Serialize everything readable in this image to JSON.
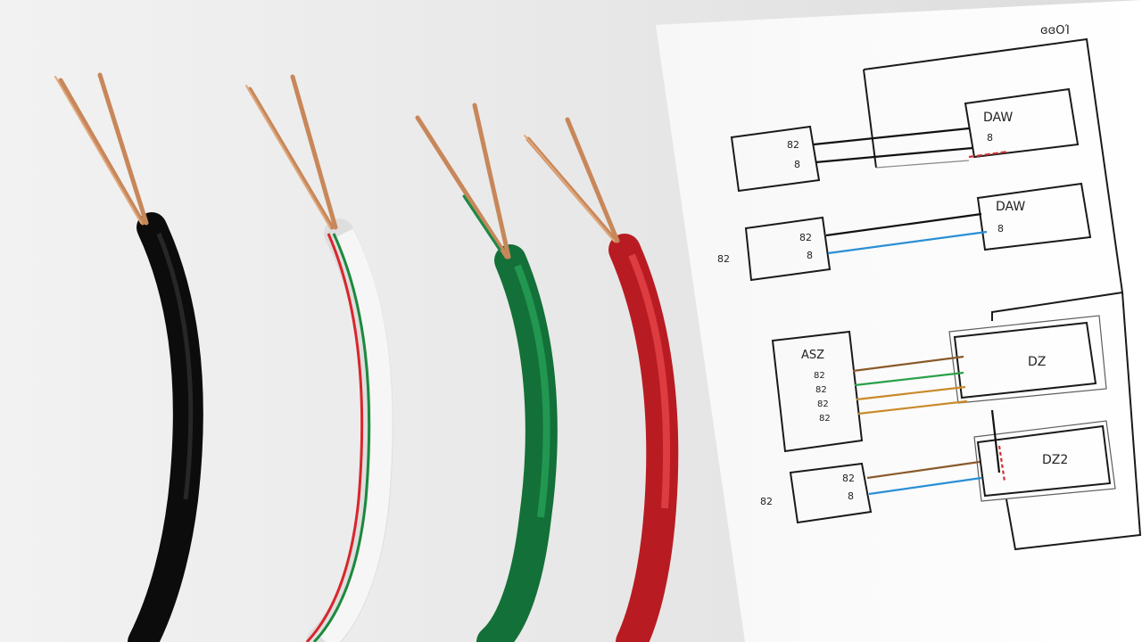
{
  "scene": {
    "background": "#ececec",
    "wires": [
      {
        "name": "black",
        "jacket_color": "#141414"
      },
      {
        "name": "white",
        "jacket_color": "#f4f4f4",
        "stripe_colors": [
          "#d8262c",
          "#1a8a3c"
        ]
      },
      {
        "name": "green",
        "jacket_color": "#1b8a47"
      },
      {
        "name": "red",
        "jacket_color": "#d8262c"
      }
    ],
    "copper_color": "#c8875a"
  },
  "diagram": {
    "corner_label": "ɞɞOΊ",
    "boxes": {
      "top_left_label": "82",
      "top_left_pin": "8",
      "top_right_label": "DAW",
      "top_right_pin": "8",
      "mid_left_label": "82",
      "mid_left_pin": "8",
      "mid_left_outer_label": "82",
      "mid_right_label": "DAW",
      "mid_right_pin": "8",
      "low_left_label": "ASZ",
      "low_left_pins": [
        "82",
        "82",
        "82",
        "82"
      ],
      "low_right_label": "DZ",
      "bottom_left_label": "82",
      "bottom_left_pin": "8",
      "bottom_left_outer_label": "82",
      "bottom_right_label": "DZ2"
    },
    "wire_colors": {
      "black": "#111111",
      "blue": "#2a8fd6",
      "red": "#d23030",
      "green": "#2aa14a",
      "orange": "#c98a2a",
      "brown": "#8a5a2a"
    }
  }
}
